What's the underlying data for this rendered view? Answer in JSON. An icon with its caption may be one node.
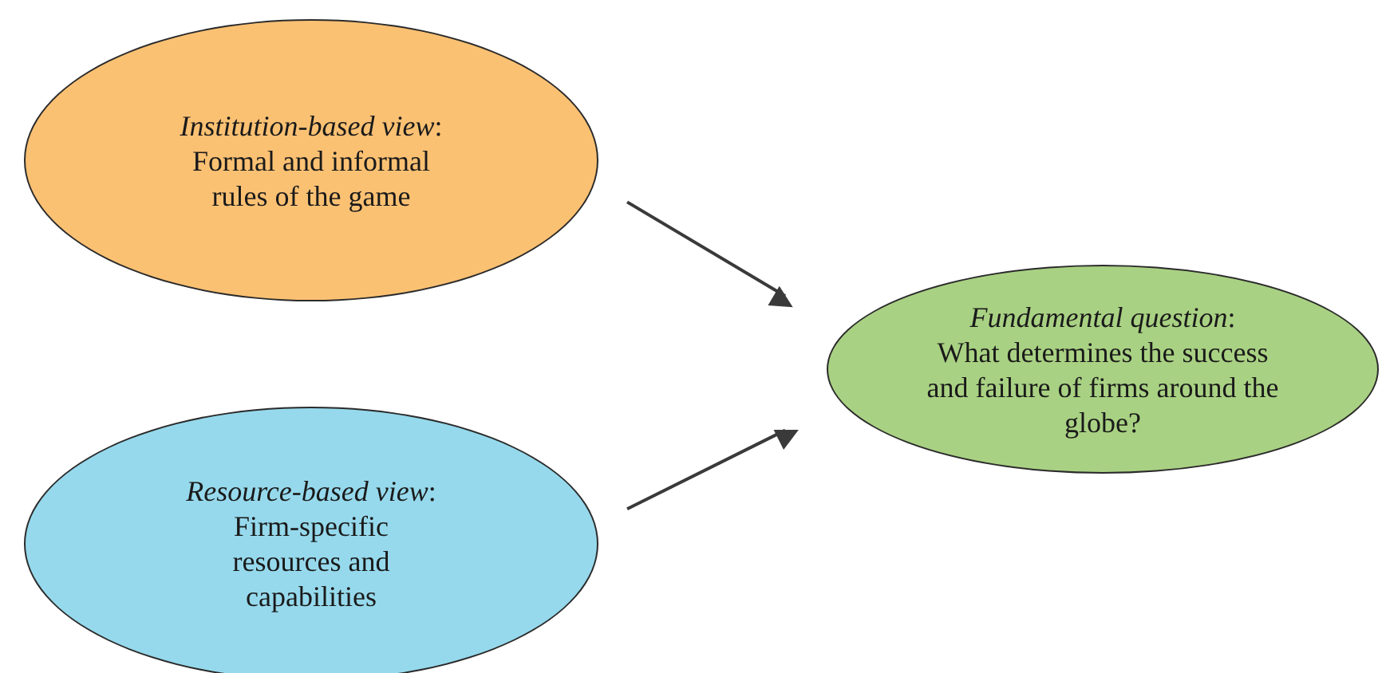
{
  "diagram": {
    "nodes": [
      {
        "text": [
          "*Institution-based view*:",
          "Formal and informal rules of the game"
        ]
      },
      {
        "text": [
          "*Resource-based view*:",
          "Firm-specific resources and capabilities"
        ]
      },
      {
        "text": [
          "*Fundamental question*:",
          "What determines the success and failure of firms around the globe?"
        ]
      }
    ],
    "edges": [
      {
        "from": 0,
        "to": 2,
        "arrow": "to"
      },
      {
        "from": 1,
        "to": 2,
        "arrow": "to"
      }
    ]
  }
}
